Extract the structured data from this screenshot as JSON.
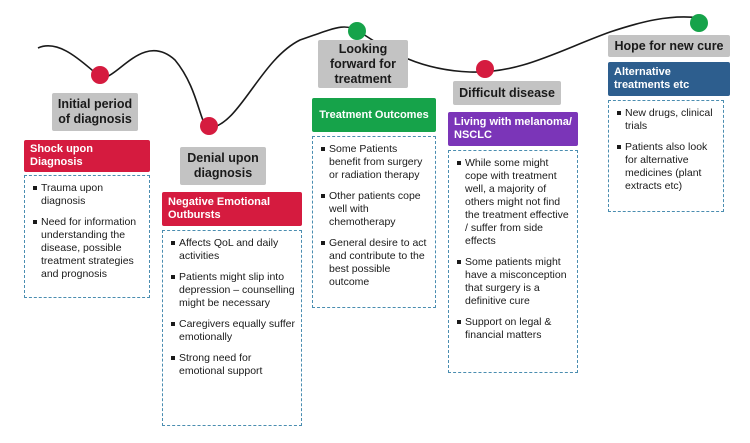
{
  "colors": {
    "red": "#d51b3f",
    "green": "#16a34a",
    "stage_gray": "#c3c3c3",
    "purple": "#7b35b8",
    "blue": "#2d5e8e",
    "dash_border": "#4a8db0"
  },
  "stages": [
    {
      "label": "Initial period of diagnosis",
      "dot": "red",
      "header": "Shock upon Diagnosis",
      "header_color": "#d51b3f",
      "bullets": [
        "Trauma upon diagnosis",
        "Need for information understanding the disease, possible treatment strategies and prognosis"
      ]
    },
    {
      "label": "Denial upon diagnosis",
      "dot": "red",
      "header": "Negative Emotional Outbursts",
      "header_color": "#d51b3f",
      "bullets": [
        "Affects QoL and daily activities",
        "Patients might slip into depression – counselling might be necessary",
        "Caregivers equally suffer emotionally",
        "Strong need for emotional support"
      ]
    },
    {
      "label": "Looking forward for treatment",
      "dot": "green",
      "header": "Treatment Outcomes",
      "header_color": "#16a34a",
      "bullets": [
        "Some Patients benefit from surgery or radiation therapy",
        "Other patients cope well with chemotherapy",
        "General desire to act and contribute to the best possible outcome"
      ]
    },
    {
      "label": "Difficult disease",
      "dot": "red",
      "header": "Living with melanoma/ NSCLC",
      "header_color": "#7b35b8",
      "bullets": [
        "While some might cope with treatment well, a majority of others might not find the treatment effective / suffer from side effects",
        "Some patients might have a misconception that surgery is a definitive cure",
        "Support on legal & financial matters"
      ]
    },
    {
      "label": "Hope for new cure",
      "dot": "green",
      "header": "Alternative treatments etc",
      "header_color": "#2d5e8e",
      "bullets": [
        "New drugs, clinical trials",
        "Patients also look for alternative medicines (plant extracts etc)"
      ]
    }
  ]
}
